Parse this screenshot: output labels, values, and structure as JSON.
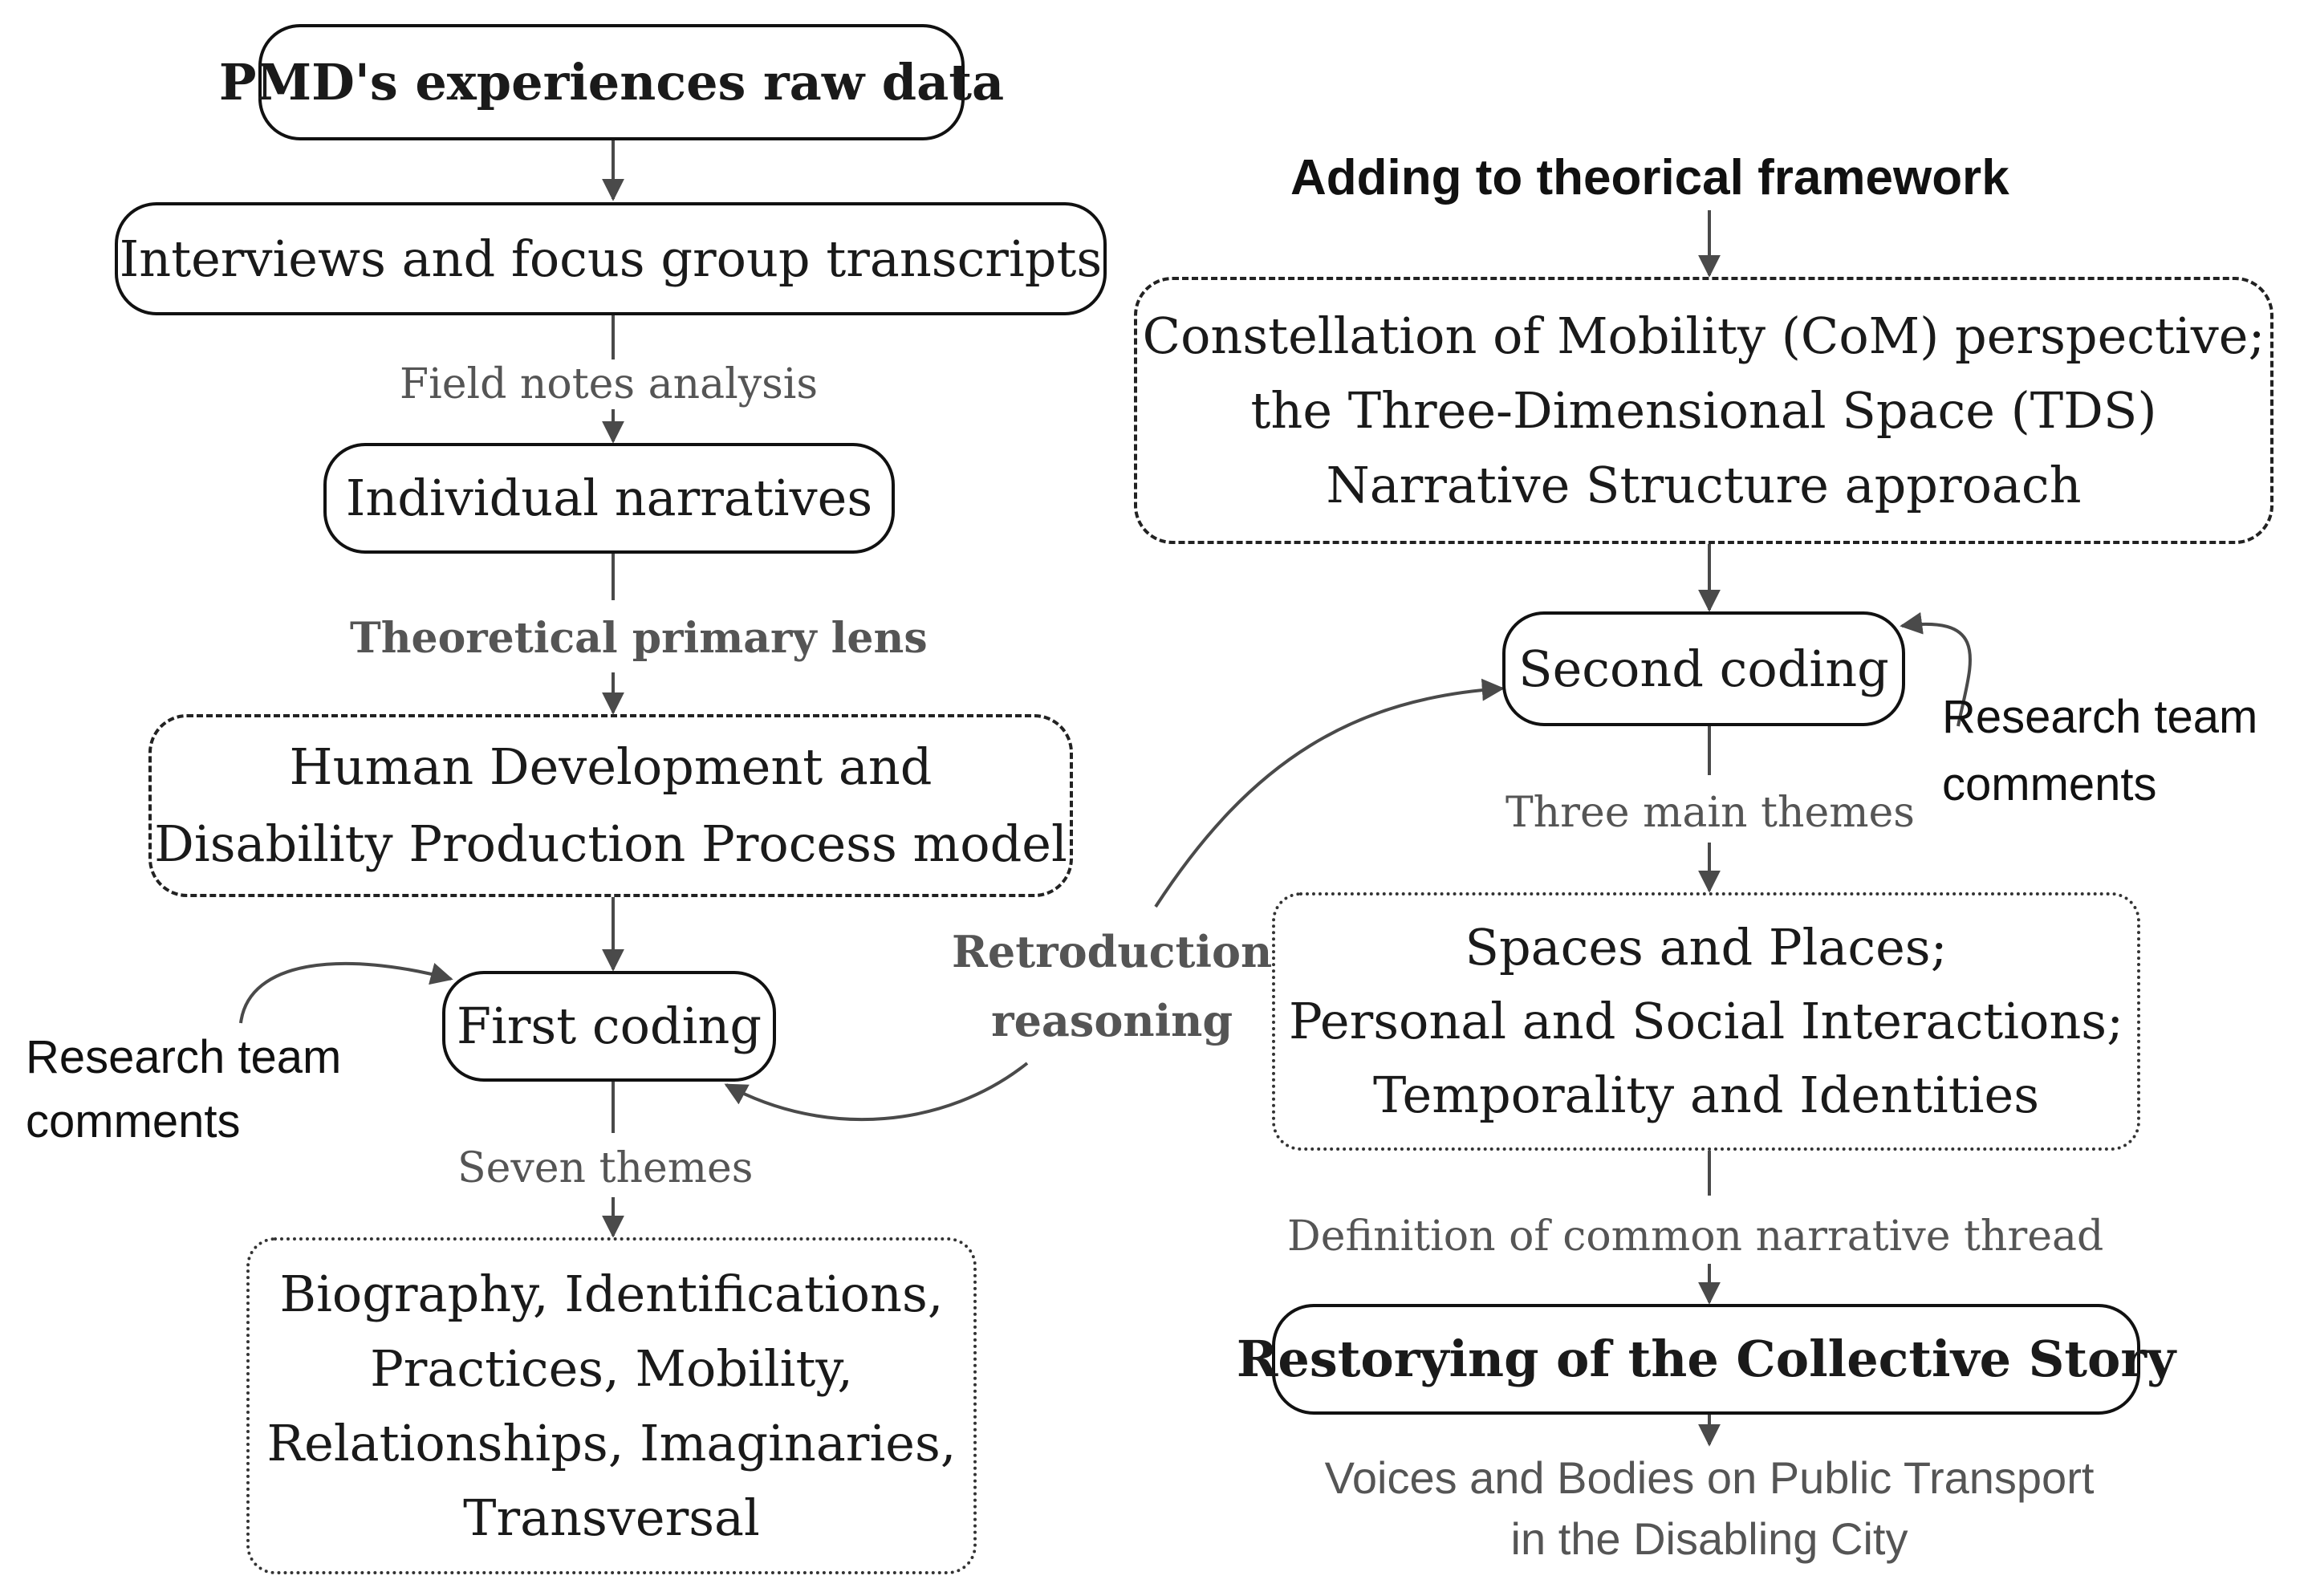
{
  "nodes": {
    "raw_data": "PMD's experiences raw data",
    "transcripts": "Interviews and focus group transcripts",
    "individual": "Individual narratives",
    "hd_model": [
      "Human Development and",
      "Disability Production Process model"
    ],
    "first_coding": "First coding",
    "seven_themes_box": [
      "Biography, Identifications,",
      "Practices,  Mobility,",
      "Relationships, Imaginaries,",
      "Transversal"
    ],
    "framework_box": [
      "Constellation of Mobility (CoM) perspective;",
      "the Three-Dimensional Space (TDS)",
      "Narrative Structure approach"
    ],
    "second_coding": "Second coding",
    "three_themes_box": [
      "Spaces and Places;",
      "Personal and Social Interactions;",
      "Temporality and Identities"
    ],
    "restorying": "Restorying of the Collective Story"
  },
  "labels": {
    "field_notes": "Field notes analysis",
    "primary_lens": "Theoretical primary lens",
    "seven_themes": "Seven themes",
    "retroduction": [
      "Retroduction",
      "reasoning"
    ],
    "adding_framework": "Adding to theorical framework",
    "three_main": "Three main themes",
    "definition": "Definition of common narrative thread",
    "research_left": [
      "Research team",
      "comments"
    ],
    "research_right": [
      "Research team",
      "comments"
    ],
    "voices": [
      "Voices and Bodies on Public Transport",
      "in the Disabling City"
    ]
  },
  "colors": {
    "stroke": "#111111",
    "arrow": "#4a4a4a",
    "label_text": "#555555"
  }
}
